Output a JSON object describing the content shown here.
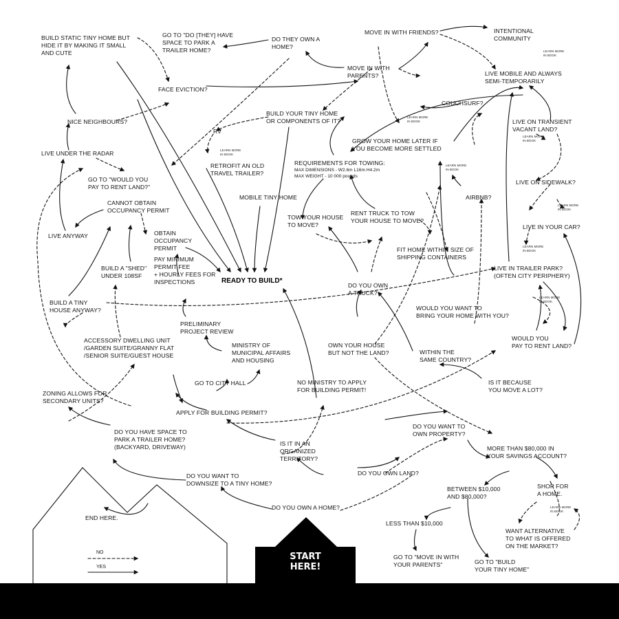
{
  "nodes": {
    "n1": "BUILD STATIC TINY HOME BUT\nHIDE IT BY MAKING IT SMALL\nAND CUTE",
    "n2": "GO TO \"DO [THEY] HAVE\nSPACE TO PARK A\nTRAILER HOME?",
    "n3": "DO THEY OWN A\nHOME?",
    "n4": "MOVE IN WITH FRIENDS?",
    "n5": "INTENTIONAL\nCOMMUNITY",
    "n6": "MOVE IN WITH\nPARENTS?",
    "n7": "LIVE MOBILE AND ALWAYS\nSEMI-TEMPORARILY",
    "n8": "FACE EVICTION?",
    "n9": "COUCHSURF?",
    "n10": "BUILD YOUR TINY HOME\nOR COMPONENTS OF IT?",
    "n11": "NICE NEIGHBOURS?",
    "n12": "RV",
    "n13": "GROW YOUR HOME LATER IF\nYOU BECOME MORE SETTLED",
    "n14": "LIVE ON TRANSIENT\nVACANT LAND?",
    "n15": "LIVE UNDER THE RADAR",
    "n16": "RETROFIT AN OLD\nTRAVEL TRAILER?",
    "n17": "REQUIREMENTS FOR TOWING:",
    "n18": "GO TO \"WOULD YOU\nPAY TO RENT LAND?\"",
    "n19": "MOBILE TINY HOME",
    "n20": "LIVE ON SIDEWALK?",
    "n21": "CANNOT OBTAIN\nOCCUPANCY PERMIT",
    "n22": "AIRBNB?",
    "n23": "TOW YOUR HOUSE\nTO MOVE?",
    "n24": "RENT TRUCK TO TOW\nYOUR HOUSE TO MOVE?",
    "n25": "LIVE IN YOUR CAR?",
    "n26": "LIVE ANYWAY",
    "n27": "OBTAIN\nOCCUPANCY\nPERMIT",
    "n28": "FIT HOME WITHIN SIZE OF\nSHIPPING CONTAINERS",
    "n29": "BUILD A \"SHED\"\nUNDER 108SF",
    "n30": "LIVE IN TRAILER PARK?\n(OFTEN CITY PERIPHERY)",
    "n31": "PAY MINIMUM\nPERMIT FEE\n+ HOURLY FEES FOR\nINSPECTIONS",
    "n32": "DO YOU OWN\nA TRUCK?",
    "n33": "BUILD A TINY\nHOUSE ANYWAY?",
    "n34": "WOULD YOU WANT TO\nBRING YOUR HOME WITH YOU?",
    "n35": "PRELIMINARY\nPROJECT REVIEW",
    "n36": "MINISTRY OF\nMUNICIPAL AFFAIRS\nAND HOUSING",
    "n37": "ACCESSORY DWELLING UNIT\n/GARDEN SUITE/GRANNY FLAT\n/SENIOR SUITE/GUEST HOUSE",
    "n38": "OWN YOUR HOUSE\nBUT NOT THE LAND?",
    "n39": "WITHIN THE\nSAME COUNTRY?",
    "n40": "WOULD YOU\nPAY TO RENT LAND?",
    "n41": "GO TO CITY HALL",
    "n42": "NO MINISTRY TO APPLY\nFOR BUILDING PERMIT!",
    "n43": "IS IT BECAUSE\nYOU MOVE A LOT?",
    "n44": "ZONING ALLOWS FOR\nSECONDARY UNITS?",
    "n45": "APPLY FOR BUILDING PERMIT?",
    "n46": "DO YOU WANT TO\nOWN PROPERTY?",
    "n47": "DO YOU HAVE SPACE TO\nPARK A TRAILER HOME?\n(BACKYARD, DRIVEWAY)",
    "n48": "IS IT IN AN\nORGANIZED\nTERRITORY?",
    "n49": "MORE THAN $80,000 IN\nYOUR SAVINGS ACCOUNT?",
    "n50": "DO YOU WANT TO\nDOWNSIZE TO A TINY HOME?",
    "n51": "DO YOU OWN LAND?",
    "n52": "BETWEEN $10,000\nAND $80,000?",
    "n53": "SHOP FOR\nA HOME.",
    "n54": "END HERE.",
    "n55": "DO YOU OWN A HOME?",
    "n56": "LESS THAN $10,000",
    "n57": "WANT ALTERNATIVE\nTO WHAT IS OFFERED\nON THE MARKET?",
    "n58": "GO TO \"MOVE IN WITH\nYOUR PARENTS\"",
    "n59": "GO TO \"BUILD\nYOUR TINY HOME\""
  },
  "towing_details": "MAX DIMENSIONS - W2.6m L16m H4.2m\nMAX WEIGHT - 10 000 pounds",
  "ready_to_build": "READY TO BUILD*",
  "learn_more": "LEARN MORE\nIN BOOK",
  "start_label": "START\nHERE!",
  "legend": {
    "no": "NO",
    "yes": "YES"
  },
  "colors": {
    "ink": "#111111",
    "footer": "#000000",
    "background": "#ffffff"
  }
}
